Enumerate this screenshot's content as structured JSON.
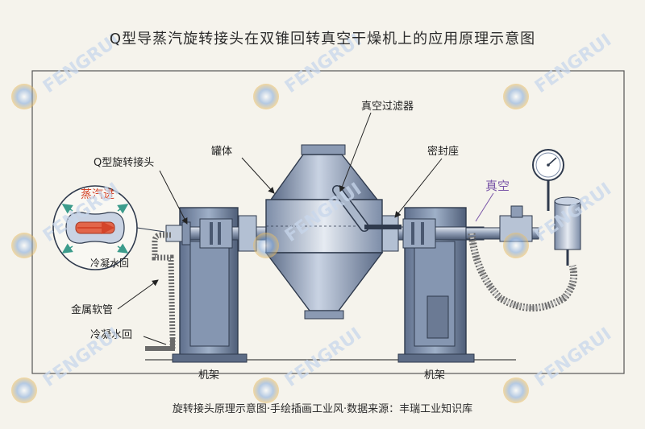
{
  "title": "Q型导蒸汽旋转接头在双锥回转真空干燥机上的应用原理示意图",
  "caption": "旋转接头原理示意图·手绘插画工业风·数据来源：丰瑞工业知识库",
  "watermark": "FENGRUI",
  "labels": {
    "rotary_joint": "Q型旋转接头",
    "tank": "罐体",
    "vacuum_filter": "真空过滤器",
    "seal_seat": "密封座",
    "vacuum": "真空",
    "steam_in": "蒸汽进",
    "condensate_return_inset": "冷凝水回",
    "metal_hose": "金属软管",
    "condensate_return": "冷凝水回",
    "frame_left": "机架",
    "frame_right": "机架"
  },
  "colors": {
    "steel_dark": "#4b5a72",
    "steel_mid": "#8fa0bb",
    "steel_light": "#d6dee9",
    "steam_red": "#d4452a",
    "condensate_teal": "#3c9c8c",
    "vacuum_purple": "#7a56a8",
    "watermark": "#c8d7ec"
  }
}
